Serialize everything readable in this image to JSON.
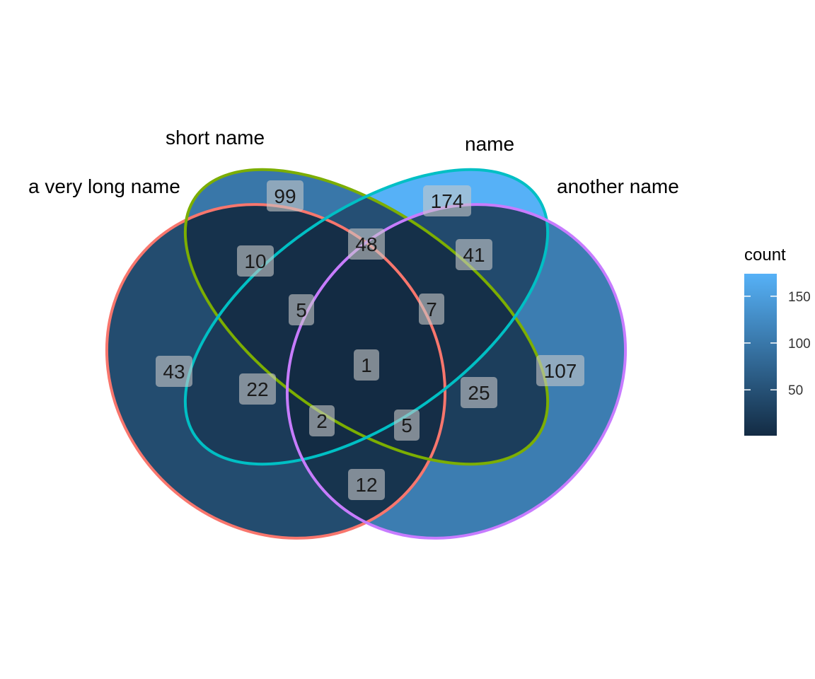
{
  "sets": [
    {
      "key": "A",
      "name": "a very long name",
      "color": "#F8766D"
    },
    {
      "key": "B",
      "name": "short name",
      "color": "#7CAE00"
    },
    {
      "key": "C",
      "name": "name",
      "color": "#00BFC4"
    },
    {
      "key": "D",
      "name": "another name",
      "color": "#C77CFF"
    }
  ],
  "regions": [
    {
      "sets": [
        "A"
      ],
      "count": 43
    },
    {
      "sets": [
        "B"
      ],
      "count": 99
    },
    {
      "sets": [
        "C"
      ],
      "count": 174
    },
    {
      "sets": [
        "D"
      ],
      "count": 107
    },
    {
      "sets": [
        "A",
        "B"
      ],
      "count": 10
    },
    {
      "sets": [
        "B",
        "C"
      ],
      "count": 48
    },
    {
      "sets": [
        "C",
        "D"
      ],
      "count": 41
    },
    {
      "sets": [
        "A",
        "C"
      ],
      "count": 22
    },
    {
      "sets": [
        "B",
        "D"
      ],
      "count": 25
    },
    {
      "sets": [
        "A",
        "D"
      ],
      "count": 12
    },
    {
      "sets": [
        "A",
        "B",
        "C"
      ],
      "count": 5
    },
    {
      "sets": [
        "B",
        "C",
        "D"
      ],
      "count": 7
    },
    {
      "sets": [
        "A",
        "C",
        "D"
      ],
      "count": 2
    },
    {
      "sets": [
        "A",
        "B",
        "D"
      ],
      "count": 5
    },
    {
      "sets": [
        "A",
        "B",
        "C",
        "D"
      ],
      "count": 1
    }
  ],
  "legend": {
    "title": "count",
    "ticks": [
      50,
      100,
      150
    ],
    "range": [
      1,
      174
    ],
    "low_color": "#132B43",
    "high_color": "#56B1F7"
  },
  "label_box_color": "#C8C8C8"
}
